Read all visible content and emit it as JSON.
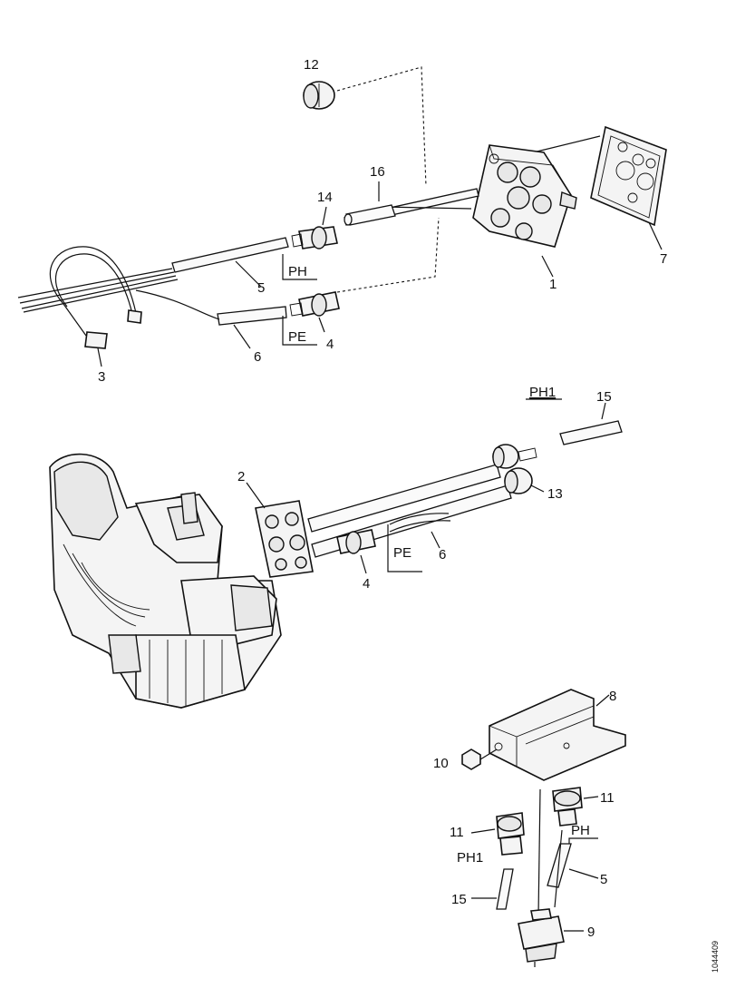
{
  "callouts": {
    "n1": "1",
    "n2": "2",
    "n3": "3",
    "n4a": "4",
    "n4b": "4",
    "n5a": "5",
    "n5b": "5",
    "n6a": "6",
    "n6b": "6",
    "n7": "7",
    "n8": "8",
    "n9": "9",
    "n10": "10",
    "n11a": "11",
    "n11b": "11",
    "n12": "12",
    "n13": "13",
    "n14": "14",
    "n15a": "15",
    "n15b": "15",
    "n16": "16"
  },
  "codes": {
    "ph_top": "PH",
    "pe_top": "PE",
    "ph1_mid": "PH1",
    "pe_mid": "PE",
    "ph_bottom": "PH",
    "ph1_bottom": "PH1"
  },
  "figure_id": "1044409"
}
